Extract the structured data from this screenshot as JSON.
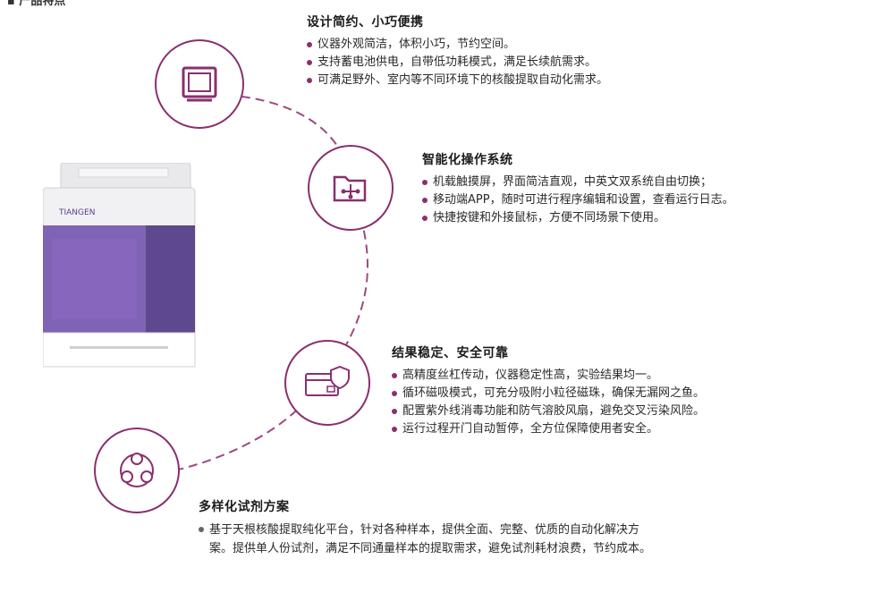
{
  "sections": [
    {
      "title": "设计简约、小巧便携",
      "icon": "monitor-icon",
      "bullets": [
        "仪器外观简洁，体积小巧，节约空间。",
        "支持蓄电池供电，自带低功耗模式，满足长续航需求。",
        "可满足野外、室内等不同环境下的核酸提取自动化需求。"
      ]
    },
    {
      "title": "智能化操作系统",
      "icon": "folder-network-icon",
      "bullets": [
        "机载触摸屏，界面简洁直观，中英文双系统自由切换；",
        "移动端APP，随时可进行程序编辑和设置，查看运行日志。",
        "快捷按键和外接鼠标，方便不同场景下使用。"
      ]
    },
    {
      "title": "结果稳定、安全可靠",
      "icon": "shield-card-icon",
      "bullets": [
        "高精度丝杠传动，仪器稳定性高，实验结果均一。",
        "循环磁吸模式，可充分吸附小粒径磁珠，确保无漏网之鱼。",
        "配置紫外线消毒功能和防气溶胶风扇，避免交叉污染风险。",
        "运行过程开门自动暂停，全方位保障使用者安全。"
      ]
    },
    {
      "title": "多样化试剂方案",
      "icon": "three-circles-icon",
      "bullets": [
        "基于天根核酸提取纯化平台，针对各种样本，提供全面、完整、优质的自动化解决方案。提供单人份试剂，满足不同通量样本的提取需求，避免试剂耗材浪费，节约成本。"
      ]
    }
  ],
  "device": {
    "brand": "TIANGEN",
    "icon": "instrument-icon"
  },
  "colors": {
    "accent": "#8a2f6e",
    "purple_panel": "#6b4aa8"
  }
}
